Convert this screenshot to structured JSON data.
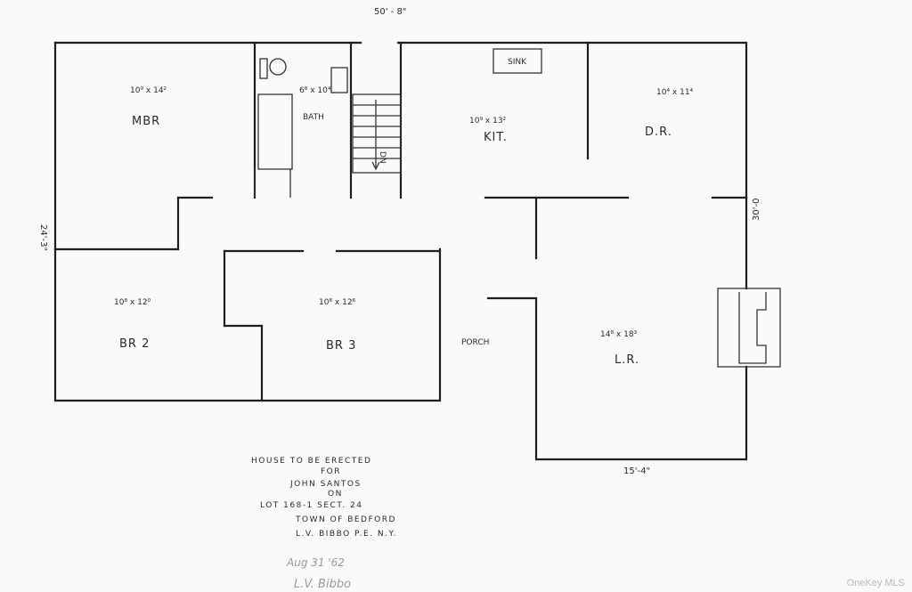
{
  "dimensions": {
    "overall_width": "50' - 8\"",
    "right_depth": "30'-0",
    "left_depth": "24'-3\"",
    "lr_width": "15'-4\""
  },
  "rooms": {
    "mbr": {
      "name": "MBR",
      "size": "10⁹ x 14²"
    },
    "bath": {
      "name": "BATH",
      "size": "6⁸ x 10⁴"
    },
    "kit": {
      "name": "KIT.",
      "size": "10⁹ x 13²"
    },
    "dr": {
      "name": "D.R.",
      "size": "10⁴ x 11⁴"
    },
    "br2": {
      "name": "BR 2",
      "size": "10⁸ x 12⁰"
    },
    "br3": {
      "name": "BR 3",
      "size": "10⁸ x 12⁶"
    },
    "lr": {
      "name": "L.R.",
      "size": "14⁸ x 18³"
    },
    "porch": {
      "name": "PORCH"
    },
    "sink": {
      "name": "SINK"
    },
    "stairs_label": "DN"
  },
  "title_block": {
    "lines": [
      "HOUSE TO BE ERECTED",
      "FOR",
      "JOHN SANTOS",
      "ON",
      "LOT 168-1   SECT. 24",
      "TOWN OF BEDFORD",
      "L.V. BIBBO P.E. N.Y."
    ],
    "date": "Aug 31 '62",
    "signature": "L.V. Bibbo"
  },
  "watermark": "OneKey MLS"
}
